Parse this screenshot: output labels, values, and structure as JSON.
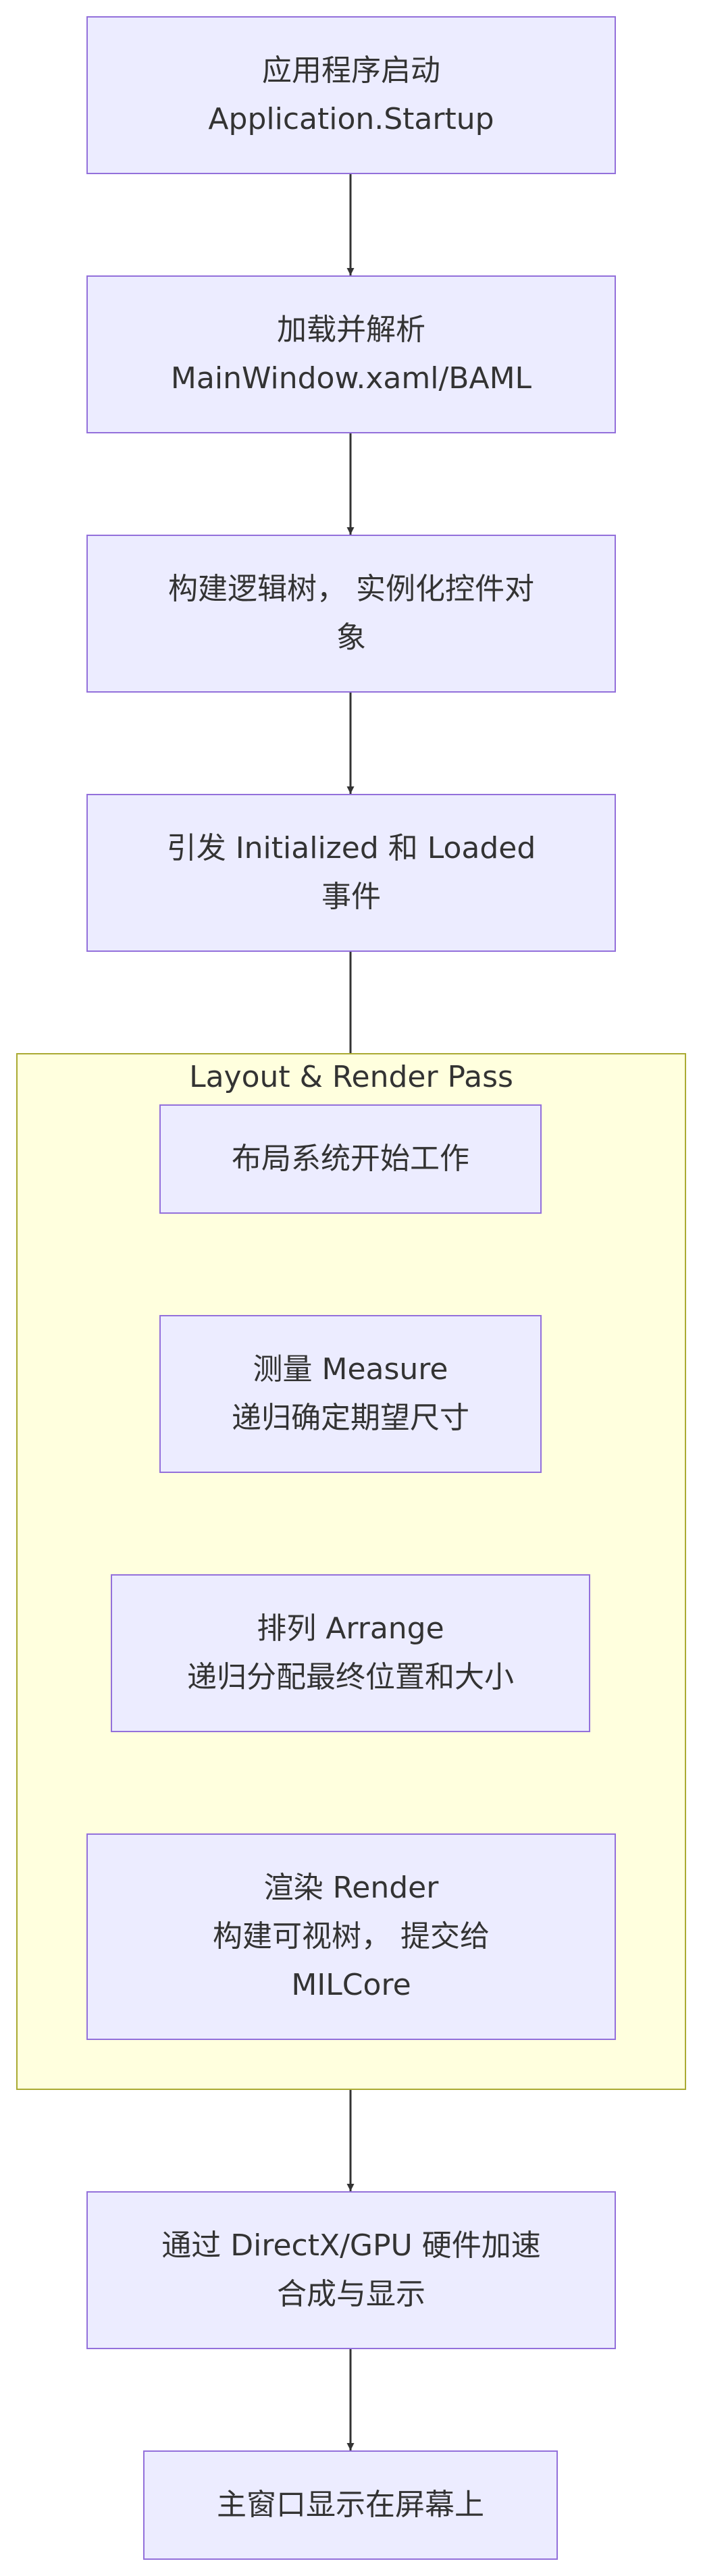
{
  "flowchart": {
    "nodes": [
      {
        "id": "n1",
        "lines": [
          "应用程序启动",
          "Application.Startup"
        ]
      },
      {
        "id": "n2",
        "lines": [
          "加载并解析",
          "MainWindow.xaml/BAML"
        ]
      },
      {
        "id": "n3",
        "lines": [
          "构建逻辑树， 实例化控件对",
          "象"
        ]
      },
      {
        "id": "n4",
        "lines": [
          "引发 Initialized 和 Loaded",
          "事件"
        ]
      },
      {
        "id": "n5",
        "lines": [
          "布局系统开始工作"
        ]
      },
      {
        "id": "n6",
        "lines": [
          "测量 Measure",
          "递归确定期望尺寸"
        ]
      },
      {
        "id": "n7",
        "lines": [
          "排列 Arrange",
          "递归分配最终位置和大小"
        ]
      },
      {
        "id": "n8",
        "lines": [
          "渲染 Render",
          "构建可视树， 提交给",
          "MILCore"
        ]
      },
      {
        "id": "n9",
        "lines": [
          "通过 DirectX/GPU 硬件加速",
          "合成与显示"
        ]
      },
      {
        "id": "n10",
        "lines": [
          "主窗口显示在屏幕上"
        ]
      }
    ],
    "cluster": {
      "title": "Layout & Render Pass"
    },
    "colors": {
      "node_fill": "#ececff",
      "node_border": "#9370db",
      "cluster_fill": "#ffffde",
      "cluster_border": "#aaaa33",
      "edge": "#333333",
      "text": "#333333"
    }
  }
}
